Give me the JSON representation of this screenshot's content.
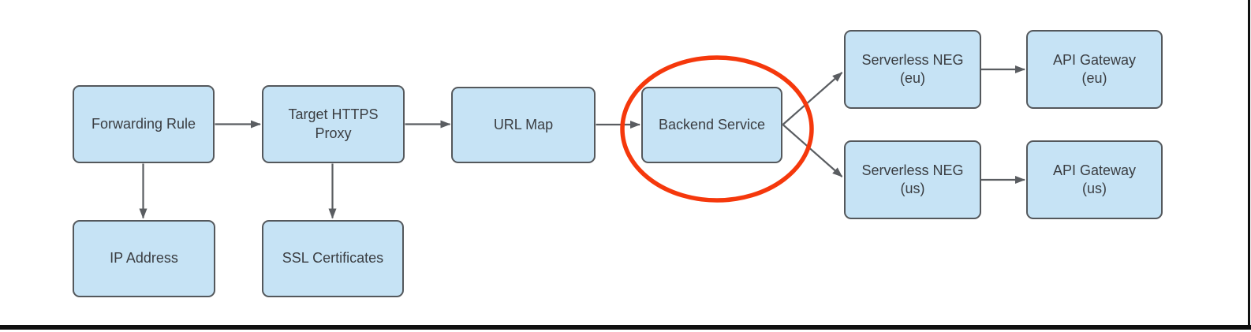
{
  "colors": {
    "node-fill": "#c6e3f5",
    "node-border": "#54585c",
    "node-text": "#3a3d41",
    "arrow": "#5a5d61",
    "highlight": "#f5380c",
    "frame": "#101010",
    "canvas": "#ffffff"
  },
  "nodes": [
    {
      "id": "forwarding-rule",
      "label": "Forwarding Rule"
    },
    {
      "id": "target-https-proxy",
      "label": "Target HTTPS\nProxy"
    },
    {
      "id": "url-map",
      "label": "URL Map"
    },
    {
      "id": "backend-service",
      "label": "Backend Service"
    },
    {
      "id": "serverless-neg-eu",
      "label": "Serverless NEG\n(eu)"
    },
    {
      "id": "api-gateway-eu",
      "label": "API Gateway\n(eu)"
    },
    {
      "id": "serverless-neg-us",
      "label": "Serverless NEG\n(us)"
    },
    {
      "id": "api-gateway-us",
      "label": "API Gateway\n(us)"
    },
    {
      "id": "ip-address",
      "label": "IP Address"
    },
    {
      "id": "ssl-certificates",
      "label": "SSL Certificates"
    }
  ],
  "edges": [
    {
      "from": "forwarding-rule",
      "to": "target-https-proxy"
    },
    {
      "from": "target-https-proxy",
      "to": "url-map"
    },
    {
      "from": "url-map",
      "to": "backend-service"
    },
    {
      "from": "backend-service",
      "to": "serverless-neg-eu"
    },
    {
      "from": "backend-service",
      "to": "serverless-neg-us"
    },
    {
      "from": "serverless-neg-eu",
      "to": "api-gateway-eu"
    },
    {
      "from": "serverless-neg-us",
      "to": "api-gateway-us"
    },
    {
      "from": "forwarding-rule",
      "to": "ip-address"
    },
    {
      "from": "target-https-proxy",
      "to": "ssl-certificates"
    }
  ],
  "highlight": {
    "shape": "ellipse",
    "around": "backend-service"
  }
}
